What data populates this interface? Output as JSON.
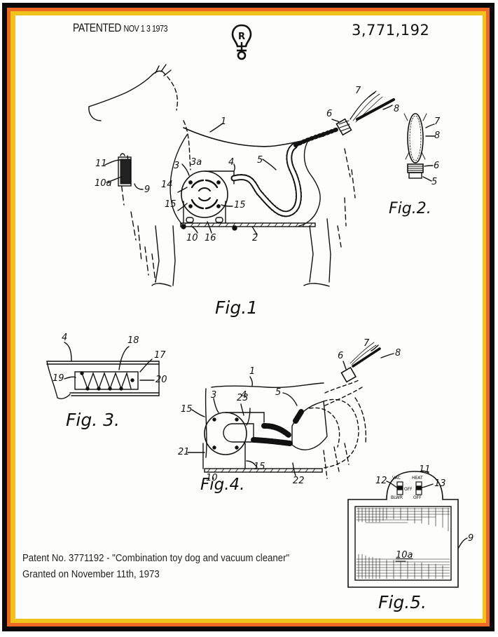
{
  "document": {
    "type": "patent drawing sheet",
    "header": {
      "patented_label": "PATENTED",
      "patented_date": "NOV 1 3 1973",
      "logo_letter": "R",
      "patent_number": "3,771,192"
    },
    "figures": [
      {
        "label": "Fig.1",
        "refs": [
          "1",
          "2",
          "3",
          "3a",
          "4",
          "5",
          "6",
          "7",
          "8",
          "9",
          "10",
          "10a",
          "11",
          "14",
          "15",
          "15",
          "16"
        ]
      },
      {
        "label": "Fig.2.",
        "refs": [
          "5",
          "6",
          "7",
          "8"
        ]
      },
      {
        "label": "Fig. 3.",
        "refs": [
          "4",
          "17",
          "18",
          "19",
          "20"
        ]
      },
      {
        "label": "Fig.4.",
        "refs": [
          "1",
          "3",
          "4",
          "5",
          "6",
          "7",
          "8",
          "10",
          "15",
          "15",
          "21",
          "22",
          "23"
        ]
      },
      {
        "label": "Fig.5.",
        "refs": [
          "9",
          "10a",
          "11",
          "12",
          "13"
        ],
        "switch_labels": {
          "left_top": "VAC",
          "left_mid": "OFF",
          "left_bottom": "BLWR",
          "right_top": "HEAT",
          "right_bottom": "OFF"
        }
      }
    ],
    "caption": {
      "line1": "Patent No. 3771192 - \"Combination toy dog and vacuum cleaner\"",
      "line2": "Granted on November 11th, 1973"
    },
    "colors": {
      "frame_black": "#0a0a0a",
      "frame_orange": "#ee6a24",
      "frame_yellow": "#f2c21c",
      "paper": "#fdfdfb",
      "ink": "#111111"
    }
  }
}
